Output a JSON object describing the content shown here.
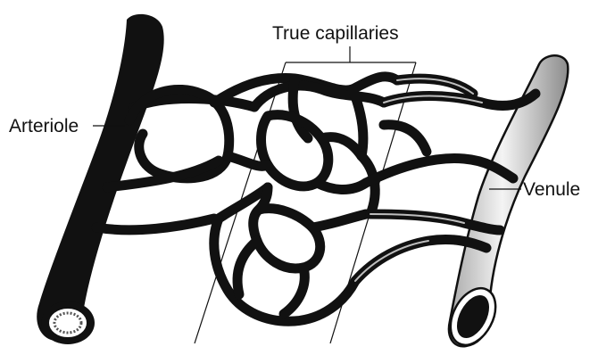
{
  "labels": {
    "true_capillaries": "True capillaries",
    "arteriole": "Arteriole",
    "venule": "Venule"
  },
  "colors": {
    "vessel": "#111111",
    "venule_fill": "#e7e7e7",
    "background": "#ffffff"
  }
}
